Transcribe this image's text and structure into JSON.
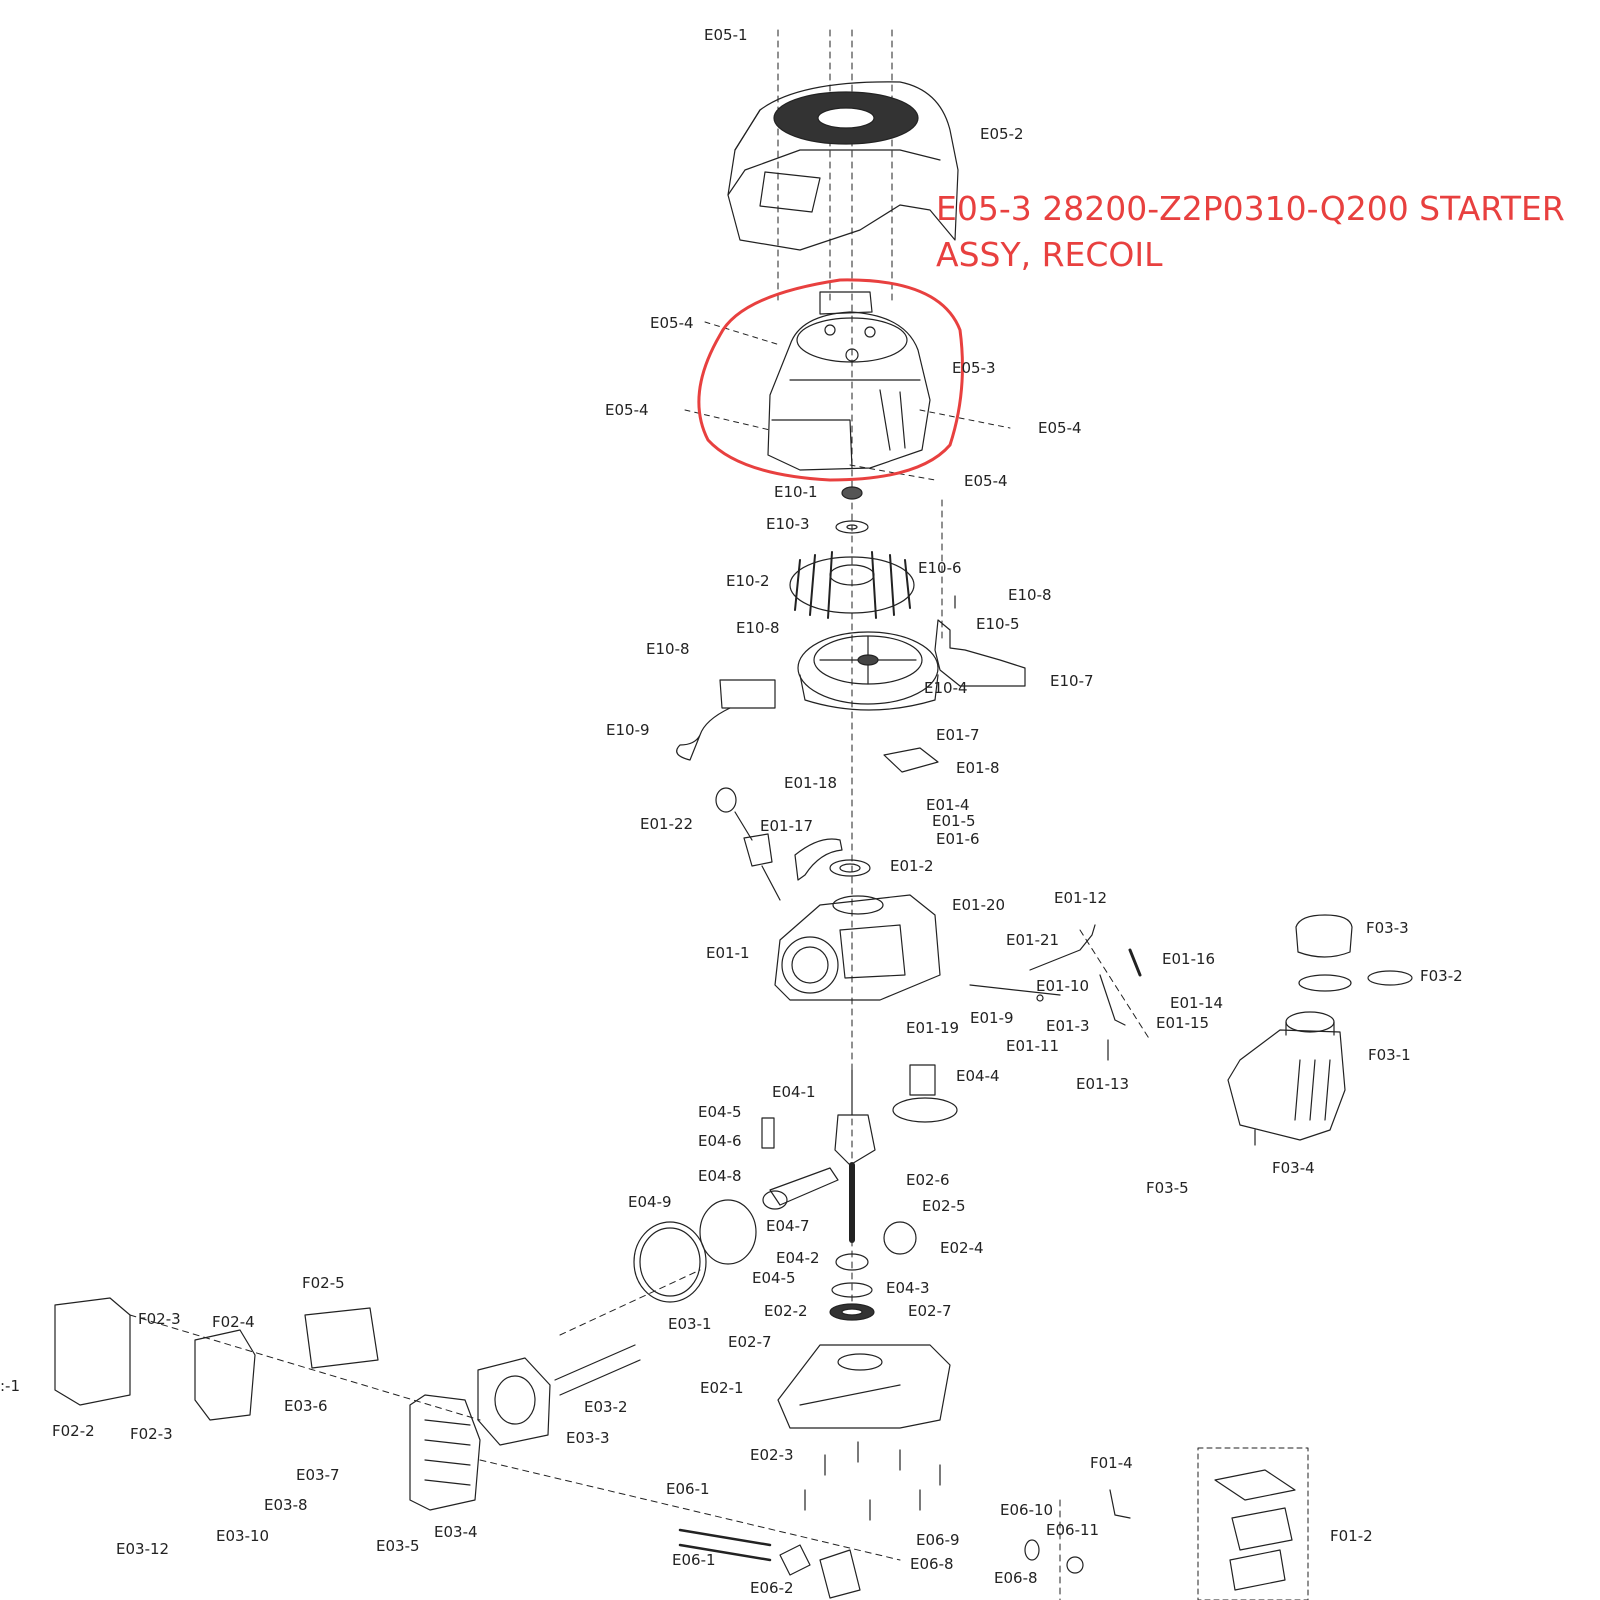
{
  "callout": {
    "line1": "E05-3 28200-Z2P0310-Q200 STARTER",
    "line2": "ASSY, RECOIL",
    "color": "#e8403f"
  },
  "highlight": {
    "part": "E05-3",
    "color": "#e8403f"
  },
  "labels": {
    "E05_1": "E05-1",
    "E05_2": "E05-2",
    "E05_3": "E05-3",
    "E05_4": "E05-4",
    "E10_1": "E10-1",
    "E10_2": "E10-2",
    "E10_3": "E10-3",
    "E10_4": "E10-4",
    "E10_5": "E10-5",
    "E10_6": "E10-6",
    "E10_7": "E10-7",
    "E10_8": "E10-8",
    "E10_9": "E10-9",
    "E01_1": "E01-1",
    "E01_2": "E01-2",
    "E01_3": "E01-3",
    "E01_4": "E01-4",
    "E01_5": "E01-5",
    "E01_6": "E01-6",
    "E01_7": "E01-7",
    "E01_8": "E01-8",
    "E01_9": "E01-9",
    "E01_10": "E01-10",
    "E01_11": "E01-11",
    "E01_12": "E01-12",
    "E01_13": "E01-13",
    "E01_14": "E01-14",
    "E01_15": "E01-15",
    "E01_16": "E01-16",
    "E01_17": "E01-17",
    "E01_18": "E01-18",
    "E01_19": "E01-19",
    "E01_20": "E01-20",
    "E01_21": "E01-21",
    "E01_22": "E01-22",
    "F03_1": "F03-1",
    "F03_2": "F03-2",
    "F03_3": "F03-3",
    "F03_4": "F03-4",
    "F03_5": "F03-5",
    "E04_1": "E04-1",
    "E04_2": "E04-2",
    "E04_3": "E04-3",
    "E04_4": "E04-4",
    "E04_5": "E04-5",
    "E04_6": "E04-6",
    "E04_7": "E04-7",
    "E04_8": "E04-8",
    "E04_9": "E04-9",
    "E02_1": "E02-1",
    "E02_2": "E02-2",
    "E02_3": "E02-3",
    "E02_4": "E02-4",
    "E02_5": "E02-5",
    "E02_6": "E02-6",
    "E02_7": "E02-7",
    "E03_1": "E03-1",
    "E03_2": "E03-2",
    "E03_3": "E03-3",
    "E03_4": "E03-4",
    "E03_5": "E03-5",
    "E03_6": "E03-6",
    "E03_7": "E03-7",
    "E03_8": "E03-8",
    "E03_10": "E03-10",
    "E03_12": "E03-12",
    "F02_2": "F02-2",
    "F02_3": "F02-3",
    "F02_4": "F02-4",
    "F02_5": "F02-5",
    "E06_1": "E06-1",
    "E06_2": "E06-2",
    "E06_8": "E06-8",
    "E06_9": "E06-9",
    "E06_10": "E06-10",
    "E06_11": "E06-11",
    "F01_2": "F01-2",
    "F01_4": "F01-4",
    "edge_1": ":-1"
  }
}
